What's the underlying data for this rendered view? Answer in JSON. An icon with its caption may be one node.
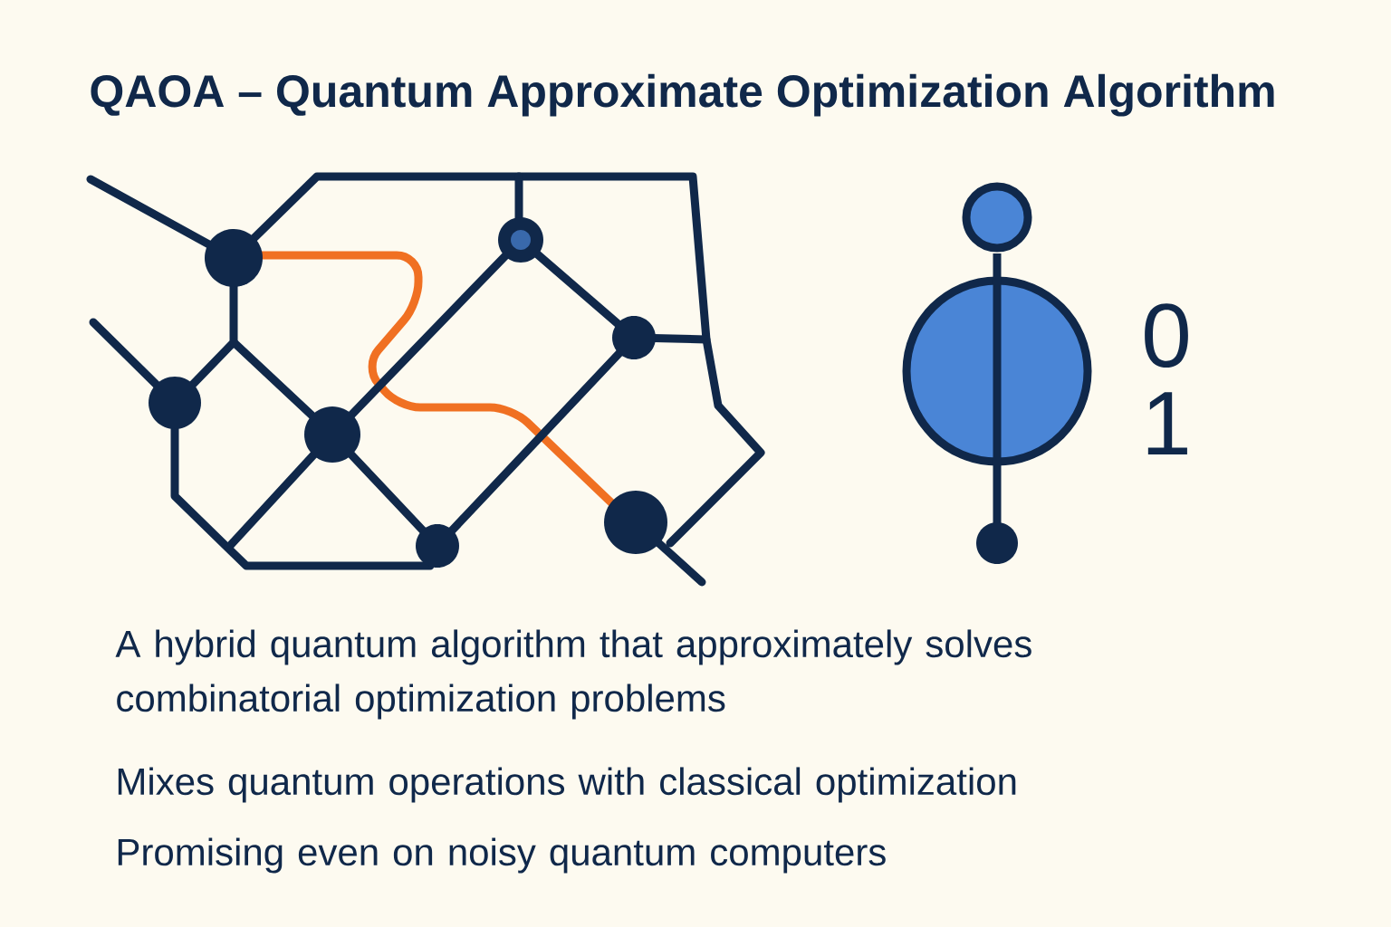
{
  "diagram": {
    "title": "QAOA – Quantum Approximate Optimization Algorithm",
    "labels": [
      "0",
      "1",
      "A hybrid quantum algorithm that approximately solves combinatorial optimization problems",
      "Mixes quantum operations with classical optimization",
      "Promising even on noisy quantum computers"
    ]
  }
}
